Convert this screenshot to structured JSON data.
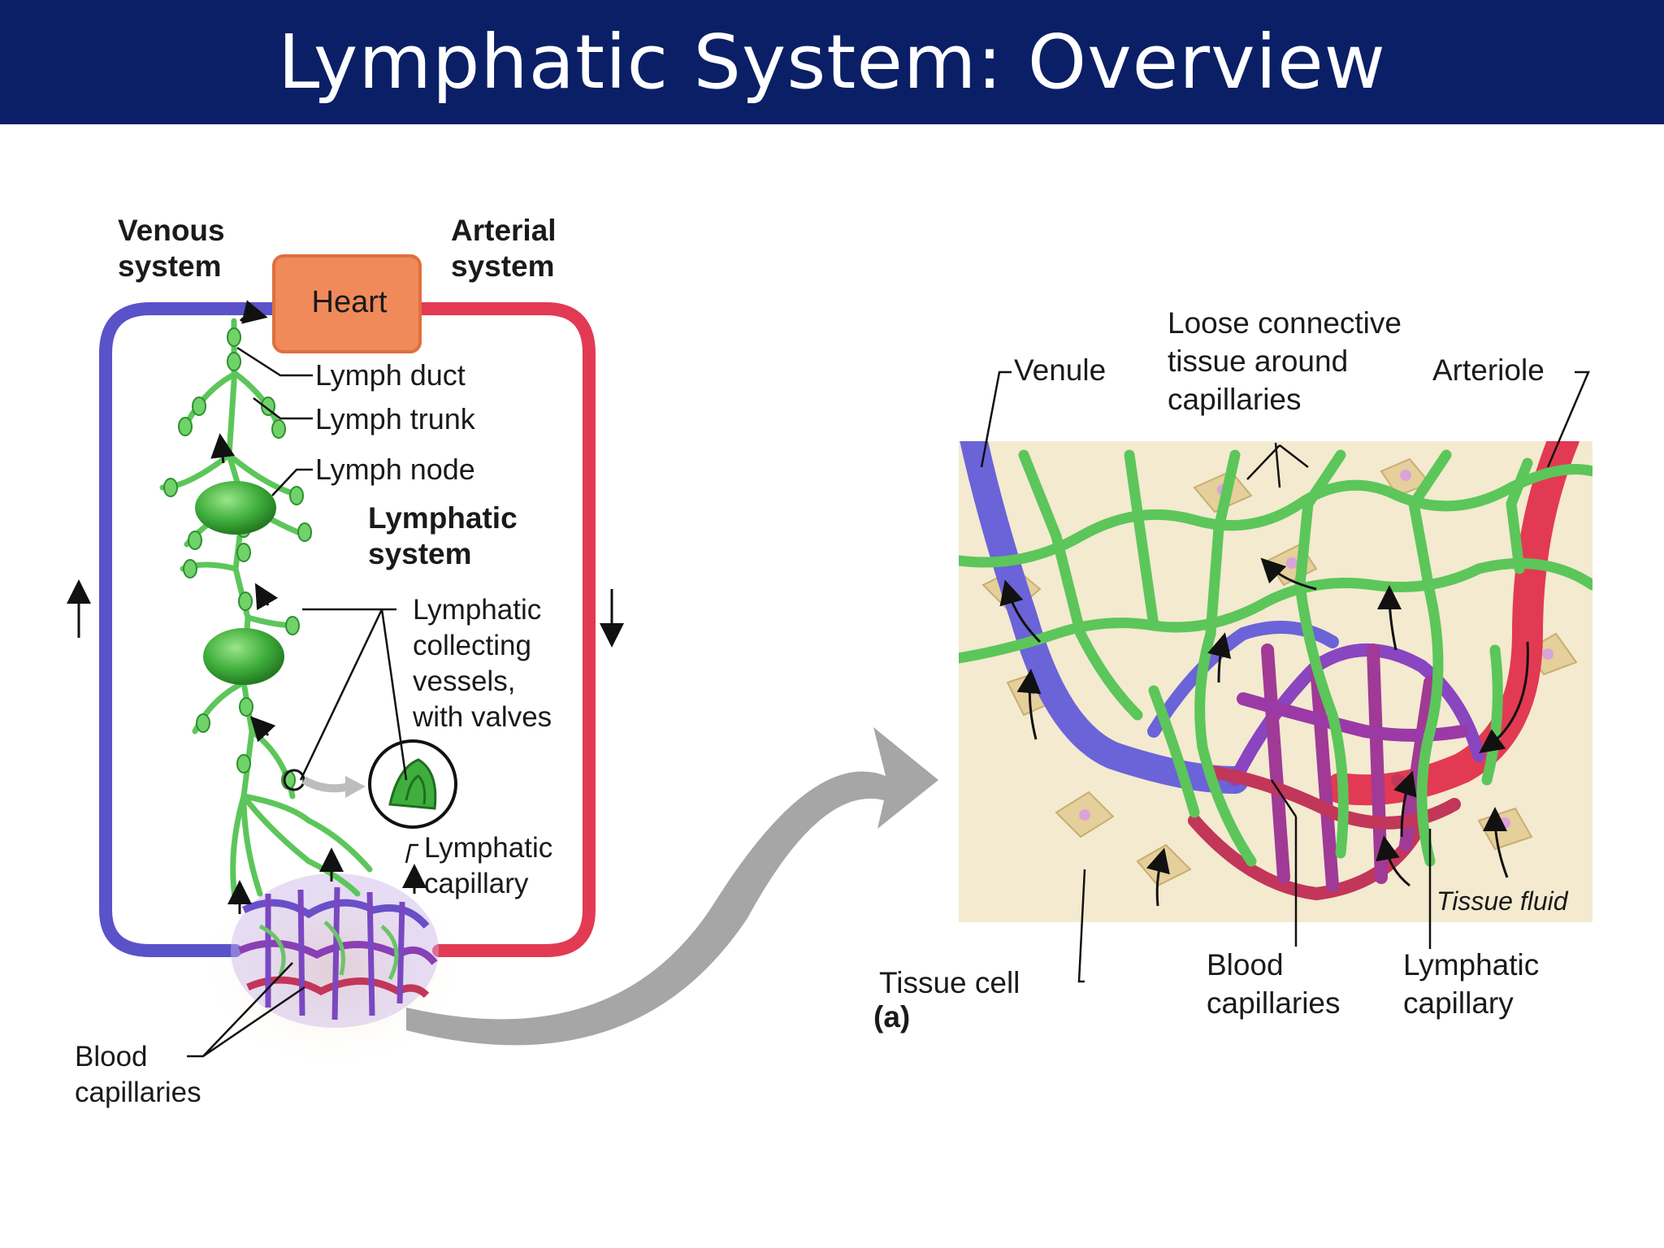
{
  "slide": {
    "title": "Lymphatic System: Overview"
  },
  "colors": {
    "title_bar": "#0a1f66",
    "venous": "#5a52c8",
    "arterial": "#e23a52",
    "lymph": "#5cc65a",
    "heart": "#f08a5a",
    "tissue": "#f3ead0",
    "arrow_gray": "#a6a6a6"
  },
  "left_panel": {
    "venous_system": [
      "Venous",
      "system"
    ],
    "arterial_system": [
      "Arterial",
      "system"
    ],
    "heart": "Heart",
    "lymph_duct": "Lymph duct",
    "lymph_trunk": "Lymph trunk",
    "lymph_node": "Lymph node",
    "lymphatic_system": [
      "Lymphatic",
      "system"
    ],
    "collecting_vessels": [
      "Lymphatic",
      "collecting",
      "vessels,",
      "with valves"
    ],
    "lymphatic_capillary": [
      "Lymphatic",
      "capillary"
    ],
    "blood_capillaries": [
      "Blood",
      "capillaries"
    ]
  },
  "right_panel": {
    "venule": "Venule",
    "loose_connective": [
      "Loose connective",
      "tissue around",
      "capillaries"
    ],
    "arteriole": "Arteriole",
    "tissue_fluid": "Tissue fluid",
    "tissue_cell": "Tissue cell",
    "panel_letter": "(a)",
    "blood_capillaries": [
      "Blood",
      "capillaries"
    ],
    "lymphatic_capillary": [
      "Lymphatic",
      "capillary"
    ]
  }
}
